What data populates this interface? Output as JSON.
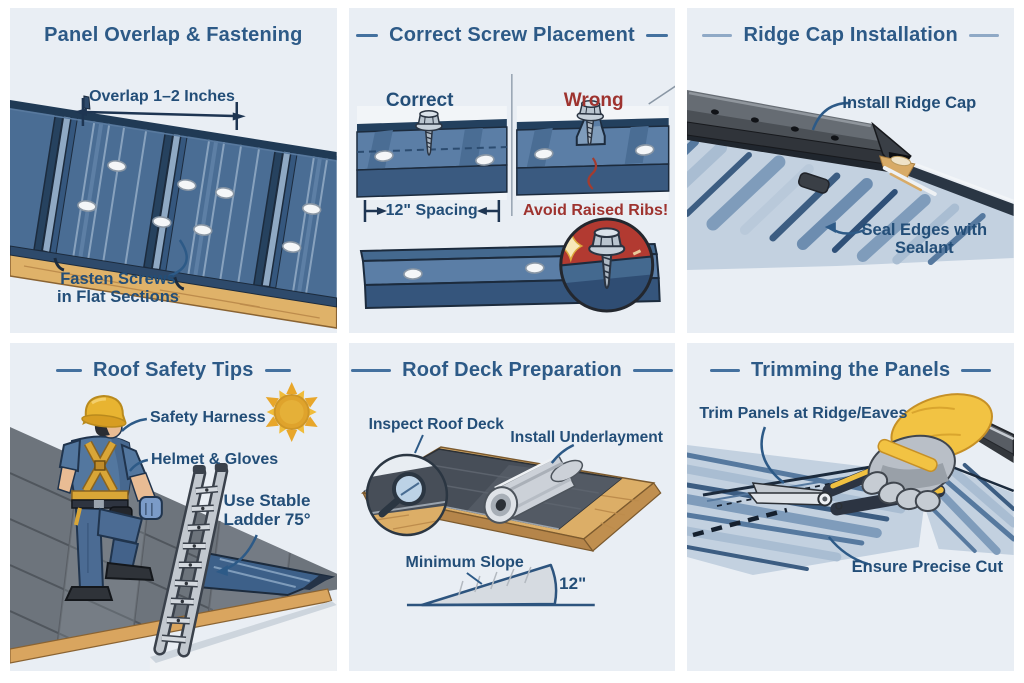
{
  "colors": {
    "title_blue": "#2d5a87",
    "label_navy": "#234e78",
    "warning_red": "#9e332f",
    "panel_bg": "#e9eef4",
    "metal_blue": "#4a6d94",
    "metal_blue_light": "#7f9cbb",
    "ridge_cap_gray": "#62686f",
    "wood_tan": "#dcae67",
    "safety_yellow": "#e8b431",
    "glove_yellow": "#f2c343",
    "alert_circle_red": "#b23a31",
    "sun_gold": "#dfa32c"
  },
  "panels": {
    "overlap": {
      "title": "Panel Overlap & Fastening",
      "dimension_label": "Overlap 1–2 Inches",
      "note_line1": "Fasten Screws",
      "note_line2": "in Flat Sections"
    },
    "screws": {
      "title": "Correct Screw Placement",
      "correct_label": "Correct",
      "wrong_label": "Wrong",
      "spacing_label": "12\" Spacing",
      "warning_label": "Avoid Raised Ribs!"
    },
    "ridge": {
      "title": "Ridge Cap Installation",
      "install_label": "Install Ridge Cap",
      "seal_line1": "Seal Edges with",
      "seal_line2": "Sealant"
    },
    "safety": {
      "title": "Roof Safety Tips",
      "harness_label": "Safety Harness",
      "helmet_label": "Helmet & Gloves",
      "ladder_line1": "Use Stable",
      "ladder_line2": "Ladder 75°"
    },
    "deck": {
      "title": "Roof Deck Preparation",
      "inspect_label": "Inspect Roof Deck",
      "underlayment_label": "Install Underlayment",
      "slope_label": "Minimum Slope",
      "slope_value": "12\""
    },
    "trim": {
      "title": "Trimming the Panels",
      "trim_label": "Trim Panels at Ridge/Eaves",
      "cut_label": "Ensure Precise Cut"
    }
  }
}
